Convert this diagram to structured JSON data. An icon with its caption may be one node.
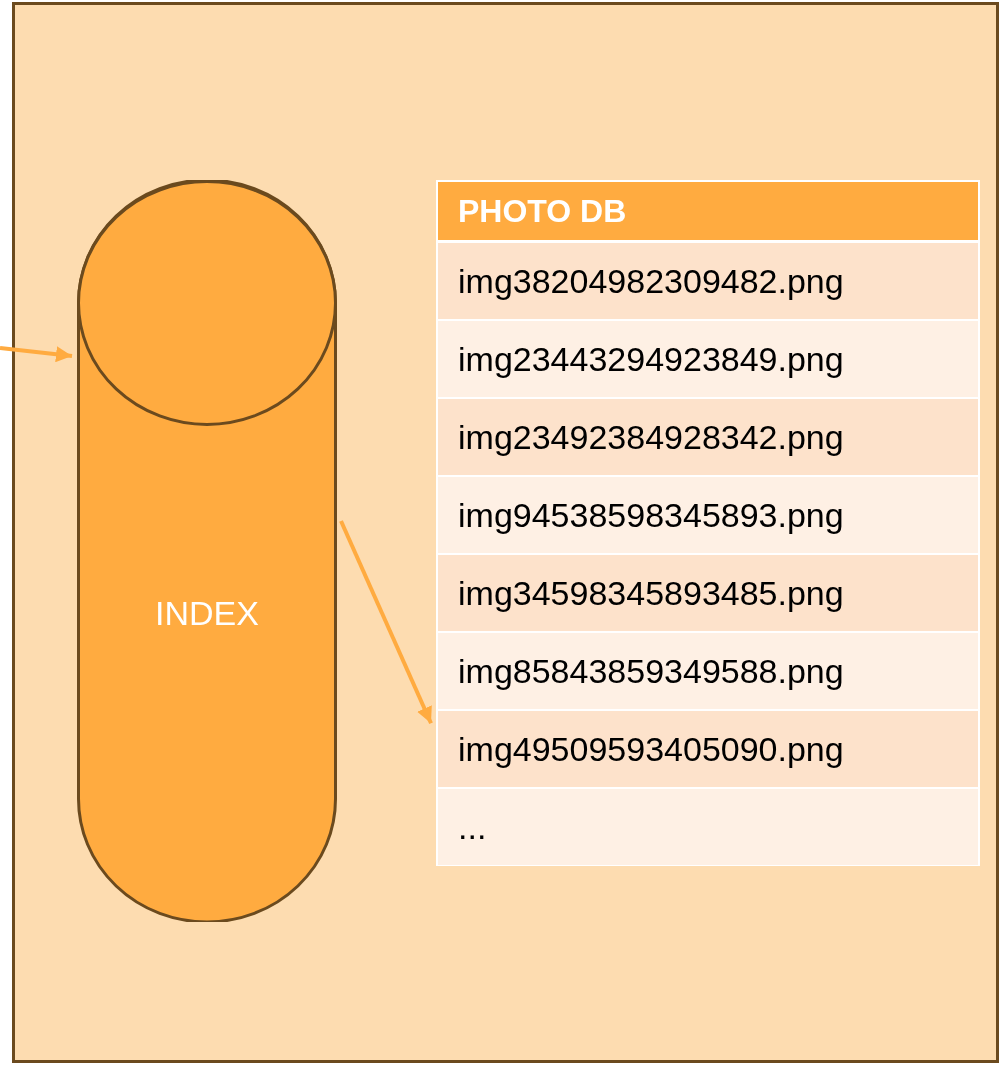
{
  "diagram": {
    "nodes": [
      {
        "text": [],
        "shape": "box"
      },
      {
        "text": [
          "INDEX"
        ],
        "in": 0
      },
      {
        "text": [
          "PHOTO DB"
        ],
        "in": 0
      },
      {
        "text": [
          "img38204982309482.png"
        ],
        "in": 2
      },
      {
        "text": [
          "img23443294923849.png"
        ],
        "in": 2
      },
      {
        "text": [
          "img23492384928342.png"
        ],
        "in": 2
      },
      {
        "text": [
          "img94538598345893.png"
        ],
        "in": 2
      },
      {
        "text": [
          "img34598345893485.png"
        ],
        "in": 2
      },
      {
        "text": [
          "img85843859349588.png"
        ],
        "in": 2
      },
      {
        "text": [
          "img49509593405090.png"
        ],
        "in": 2
      },
      {
        "text": [
          "..."
        ],
        "in": 2
      }
    ],
    "edges": [
      {
        "from": null,
        "to": 1,
        "arrow": "to"
      },
      {
        "from": 1,
        "to": 9,
        "arrow": "to"
      }
    ]
  }
}
